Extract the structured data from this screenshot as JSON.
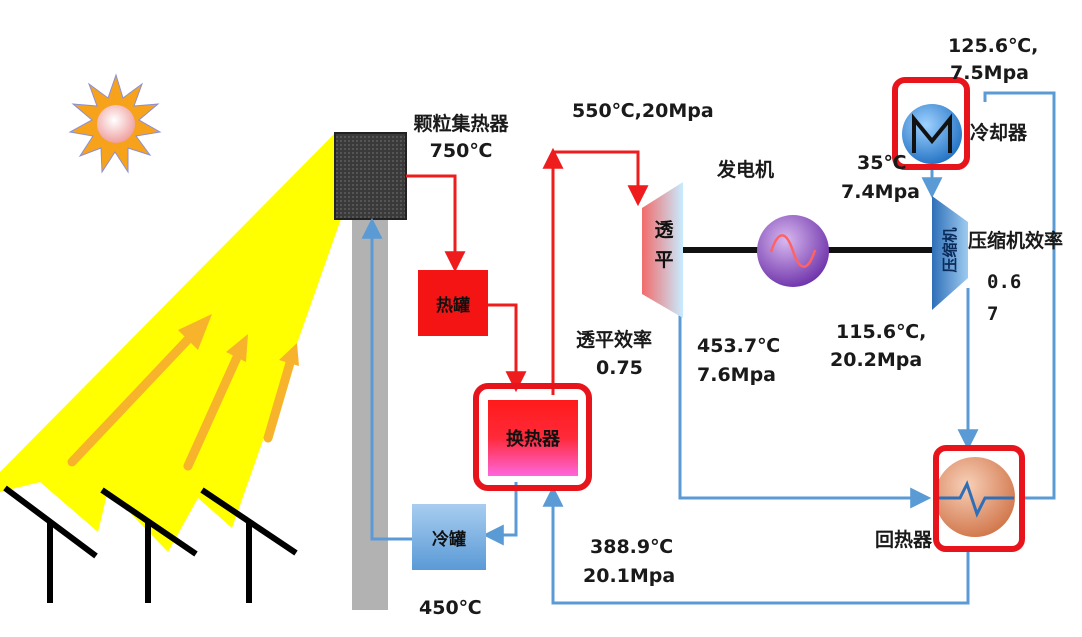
{
  "receiver": {
    "name": "颗粒集热器",
    "temp": "750℃"
  },
  "hot_tank": "热罐",
  "cold_tank": "冷罐",
  "cold_tank_temp": "450℃",
  "heat_exchanger": "换热器",
  "turbine": {
    "chars": [
      "透",
      "平"
    ],
    "efficiency_label": "透平效率",
    "efficiency_value": "0.75"
  },
  "generator": "发电机",
  "compressor": {
    "name": "压缩机",
    "efficiency_label": "压缩机效率",
    "efficiency_value_l1": "0.6",
    "efficiency_value_l2": "7"
  },
  "cooler": "冷却器",
  "recuperator": "回热器",
  "states": {
    "turbine_inlet": "550℃,20Mpa",
    "turbine_outlet_t": "453.7℃",
    "turbine_outlet_p": "7.6Mpa",
    "cooler_inlet_t": "125.6℃,",
    "cooler_inlet_p": "7.5Mpa",
    "compressor_inlet_t": "35℃",
    "compressor_inlet_p": "7.4Mpa",
    "compressor_outlet_t": "115.6℃,",
    "compressor_outlet_p": "20.2Mpa",
    "hx_inlet_t": "388.9℃",
    "hx_inlet_p": "20.1Mpa"
  },
  "colors": {
    "hot_line": "#ee1c1c",
    "cold_line": "#5b9bd5",
    "highlight": "#e8141c",
    "beam": "#ffff00",
    "arrow": "#f7b32b"
  }
}
